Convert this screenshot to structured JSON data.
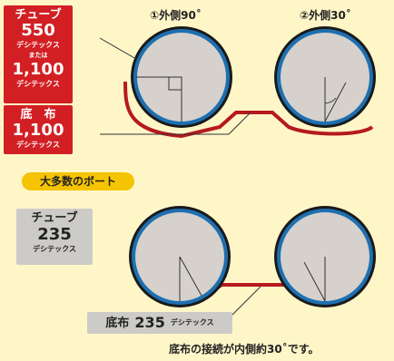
{
  "top_box": {
    "line1": "チューブ",
    "value1": "550",
    "unit1": "デシテックス",
    "or": "または",
    "value2": "1,100",
    "unit2": "デシテックス"
  },
  "base_box": {
    "line1": "底　布",
    "value": "1,100",
    "unit": "デシテックス"
  },
  "label_left": "①外側90˚",
  "label_right": "②外側30˚",
  "section_pill": "大多数のボート",
  "bottom_box": {
    "line1": "チューブ",
    "value": "235",
    "unit": "デシテックス"
  },
  "bottom_base": {
    "label": "底布",
    "value": "235",
    "unit": "デシテックス"
  },
  "footer_note": "底布の接続が内側約30˚です。",
  "colors": {
    "ring_blue": "#1e6fb0",
    "ring_dark": "#1a1a1a",
    "circle_fill": "#d6d1cc",
    "fabric_red": "#b51a1e",
    "box_red": "#d21f24",
    "pill_yellow": "#f5c400",
    "background": "#fff6c8"
  }
}
